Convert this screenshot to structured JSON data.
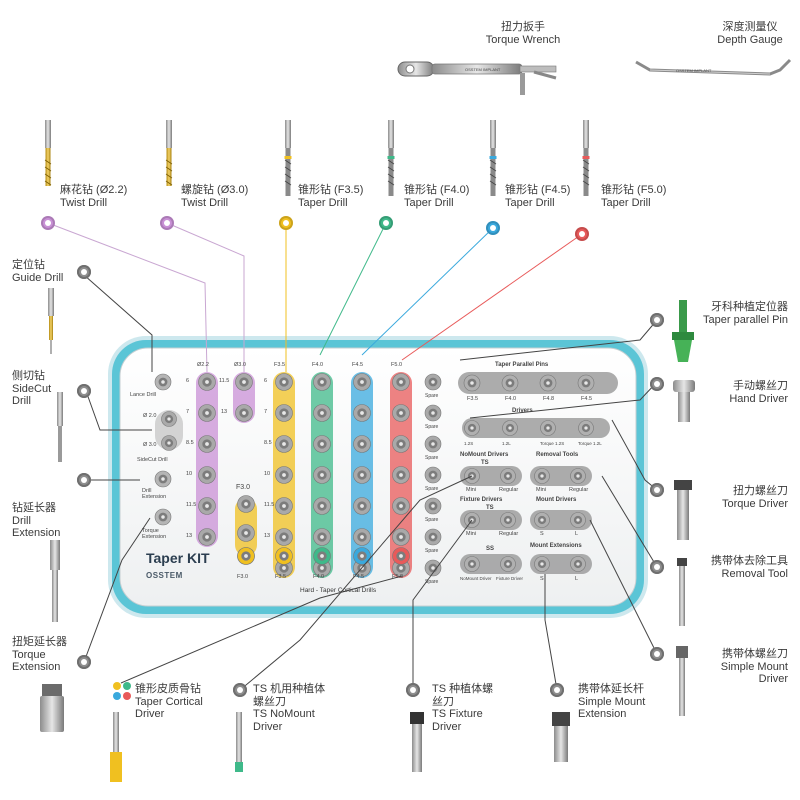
{
  "top_tools": {
    "torque_wrench": {
      "zh": "扭力扳手",
      "en": "Torque Wrench"
    },
    "depth_gauge": {
      "zh": "深度测量仪",
      "en": "Depth Gauge"
    }
  },
  "drills": [
    {
      "zh": "麻花钻 (Ø2.2)",
      "en": "Twist Drill",
      "color": "#c990d6"
    },
    {
      "zh": "螺旋钻 (Ø3.0)",
      "en": "Twist Drill",
      "color": "#c990d6"
    },
    {
      "zh": "锥形钻 (F3.5)",
      "en": "Taper Drill",
      "color": "#f0c020"
    },
    {
      "zh": "锥形钻 (F4.0)",
      "en": "Taper Drill",
      "color": "#3fb98a"
    },
    {
      "zh": "锥形钻 (F4.5)",
      "en": "Taper Drill",
      "color": "#3aa9dd"
    },
    {
      "zh": "锥形钻 (F5.0)",
      "en": "Taper Drill",
      "color": "#e85a5a"
    }
  ],
  "left_tools": [
    {
      "zh": "定位钻",
      "en": "Guide Drill"
    },
    {
      "zh": "侧切钻",
      "en": "SideCut Drill"
    },
    {
      "zh": "钻延长器",
      "en": "Drill Extension"
    },
    {
      "zh": "扭矩延长器",
      "en": "Torque Extension"
    }
  ],
  "right_tools": [
    {
      "zh": "牙科种植定位器",
      "en": "Taper parallel Pin"
    },
    {
      "zh": "手动螺丝刀",
      "en": "Hand Driver"
    },
    {
      "zh": "扭力螺丝刀",
      "en": "Torque Driver"
    },
    {
      "zh": "携带体去除工具",
      "en": "Removal Tool"
    },
    {
      "zh": "携带体螺丝刀",
      "en": "Simple Mount Driver"
    }
  ],
  "bottom_tools": [
    {
      "zh": "锥形皮质骨钻",
      "en": "Taper Cortical Driver"
    },
    {
      "zh": "TS 机用种植体螺丝刀",
      "en": "TS NoMount Driver"
    },
    {
      "zh": "TS 种植体螺丝刀",
      "en": "TS Fixture Driver"
    },
    {
      "zh": "携带体延长杆",
      "en": "Simple Mount Extension"
    }
  ],
  "tray": {
    "brand_title": "Taper KIT",
    "brand_logo": "OSSTEM",
    "cortical_label": "Hard - Taper Cortical Drills",
    "left_labels": [
      "Lance Drill",
      "SideCut Drill",
      "Drill Extension",
      "Torque Extension"
    ],
    "side_marks": [
      "Ø 2.0",
      "Ø 3.0"
    ],
    "column_headers": [
      "Ø2.2",
      "Ø3.0",
      "F3.5",
      "F4.0",
      "F4.5",
      "F5.0"
    ],
    "row_lengths": [
      "6",
      "7",
      "8.5",
      "10",
      "11.5",
      "13"
    ],
    "f30_header": "F3.0",
    "cortical_bottoms": [
      "F3.0",
      "F3.5",
      "F4.0",
      "F4.5",
      "F5.0"
    ],
    "spare_label": "Spare",
    "sections": {
      "pins": {
        "title": "Taper Parallel Pins",
        "labels": [
          "F3.5",
          "F4.0",
          "F4.8",
          "F4.5"
        ]
      },
      "drivers": {
        "title": "Drivers",
        "labels": [
          "1.2S",
          "1.2L",
          "Torque 1.2S",
          "Torque 1.2L"
        ]
      },
      "nomount": {
        "title": "NoMount Drivers",
        "sub": "TS",
        "labels": [
          "Mini",
          "Regular"
        ]
      },
      "removal": {
        "title": "Removal Tools",
        "labels": [
          "Mini",
          "Regular"
        ]
      },
      "fixture": {
        "title": "Fixture Drivers",
        "sub": "TS",
        "labels": [
          "Mini",
          "Regular"
        ]
      },
      "mount": {
        "title": "Mount Drivers",
        "labels": [
          "S",
          "L"
        ]
      },
      "ss": {
        "title": "SS",
        "labels": [
          "NoMount Driver",
          "Fixture Driver"
        ]
      },
      "extensions": {
        "title": "Mount Extensions",
        "labels": [
          "S",
          "L"
        ]
      }
    }
  },
  "colors": {
    "tray_border": "#5bc5d6",
    "purple": "#c990d6",
    "yellow": "#f0c020",
    "green": "#3fb98a",
    "blue": "#3aa9dd",
    "red": "#e85a5a",
    "gray": "#9a9a9a"
  },
  "icons": [
    "torque-wrench-icon",
    "depth-gauge-icon",
    "drill-icon",
    "driver-icon",
    "pin-icon",
    "leader-dot-icon"
  ]
}
